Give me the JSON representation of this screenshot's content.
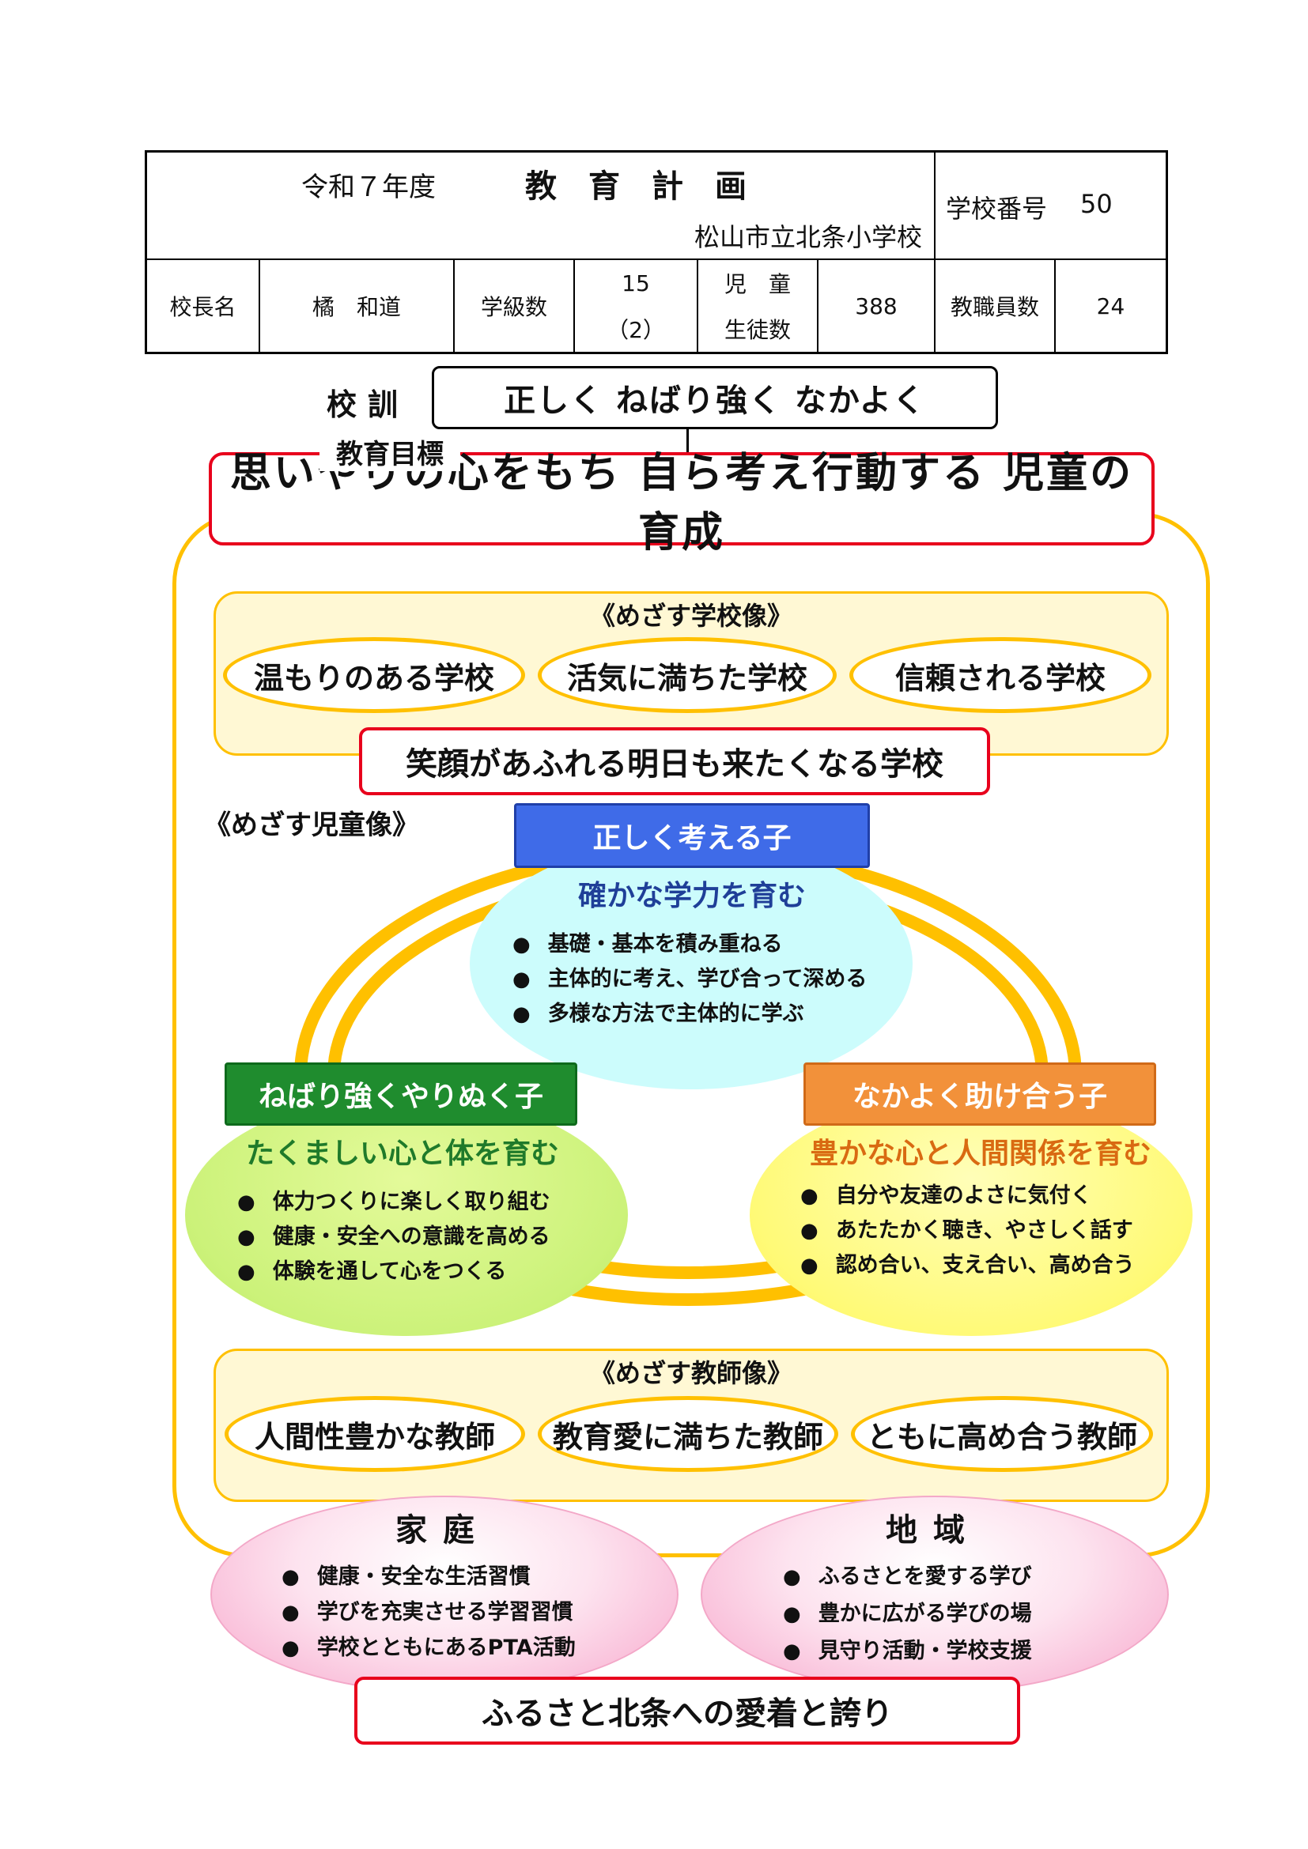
{
  "header": {
    "year": "令和７年度",
    "title": "教　育　計　画",
    "school_name": "松山市立北条小学校",
    "school_number_label": "学校番号",
    "school_number": "50",
    "principal_label": "校長名",
    "principal_name": "橘　和道",
    "classes_label": "学級数",
    "classes_value": "15",
    "classes_sub": "（2）",
    "students_label_1": "児　童",
    "students_label_2": "生徒数",
    "students_value": "388",
    "staff_label": "教職員数",
    "staff_value": "24"
  },
  "motto": {
    "label": "校訓",
    "text": "正しく ねばり強く なかよく"
  },
  "goal": {
    "label": "教育目標",
    "text": "思いやりの心をもち 自ら考え行動する 児童の育成"
  },
  "school_vision": {
    "title": "《めざす学校像》",
    "items": [
      "温もりのある学校",
      "活気に満ちた学校",
      "信頼される学校"
    ],
    "summary": "笑顔があふれる明日も来たくなる学校"
  },
  "child_vision": {
    "title": "《めざす児童像》",
    "think": {
      "heading": "正しく考える子",
      "subtitle": "確かな学力を育む",
      "bullets": [
        "基礎・基本を積み重ねる",
        "主体的に考え、学び合って深める",
        "多様な方法で主体的に学ぶ"
      ]
    },
    "persist": {
      "heading": "ねばり強くやりぬく子",
      "subtitle": "たくましい心と体を育む",
      "bullets": [
        "体力つくりに楽しく取り組む",
        "健康・安全への意識を高める",
        "体験を通して心をつくる"
      ]
    },
    "together": {
      "heading": "なかよく助け合う子",
      "subtitle": "豊かな心と人間関係を育む",
      "bullets": [
        "自分や友達のよさに気付く",
        "あたたかく聴き、やさしく話す",
        "認め合い、支え合い、高め合う"
      ]
    }
  },
  "teacher_vision": {
    "title": "《めざす教師像》",
    "items": [
      "人間性豊かな教師",
      "教育愛に満ちた教師",
      "ともに高め合う教師"
    ]
  },
  "family": {
    "title": "家庭",
    "bullets": [
      "健康・安全な生活習慣",
      "学びを充実させる学習習慣",
      "学校とともにあるPTA活動"
    ]
  },
  "community": {
    "title": "地域",
    "bullets": [
      "ふるさとを愛する学び",
      "豊かに広がる学びの場",
      "見守り活動・学校支援"
    ]
  },
  "bottom": {
    "text": "ふるさと北条への愛着と誇り"
  },
  "colors": {
    "red_border": "#E8001C",
    "gold": "#FFC000",
    "blue_head": "#3F6BE8",
    "green_head": "#1F8C2E",
    "orange_head": "#F2913A",
    "cyan_blob": "#CCFCFC",
    "green_blob": "#CCF27A",
    "yellow_blob": "#FFFA78",
    "pink": "#F7A6CB"
  },
  "bullet_glyph": "●"
}
